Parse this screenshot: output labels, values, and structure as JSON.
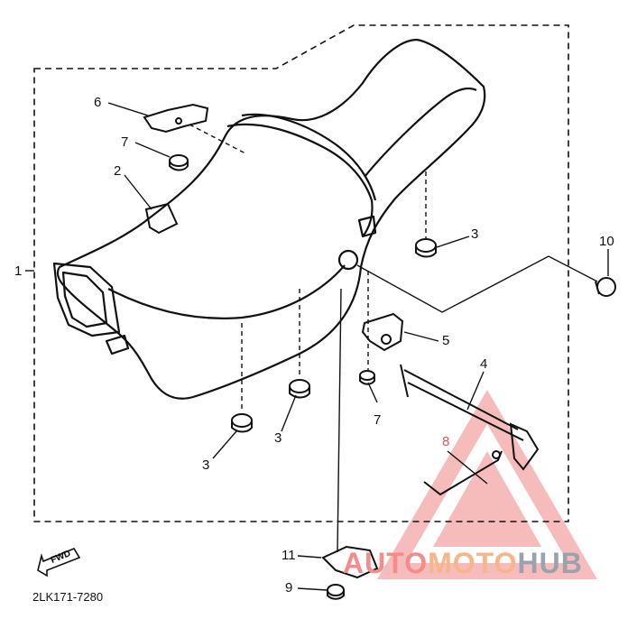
{
  "diagram": {
    "part_code": "2LK171-7280",
    "fwd_label": "FWD",
    "callouts": [
      {
        "id": "c1",
        "text": "1"
      },
      {
        "id": "c2",
        "text": "2"
      },
      {
        "id": "c3a",
        "text": "3"
      },
      {
        "id": "c3b",
        "text": "3"
      },
      {
        "id": "c3c",
        "text": "3"
      },
      {
        "id": "c4",
        "text": "4"
      },
      {
        "id": "c5",
        "text": "5"
      },
      {
        "id": "c6",
        "text": "6"
      },
      {
        "id": "c7a",
        "text": "7"
      },
      {
        "id": "c7b",
        "text": "7"
      },
      {
        "id": "c8",
        "text": "8"
      },
      {
        "id": "c9",
        "text": "9"
      },
      {
        "id": "c10",
        "text": "10"
      },
      {
        "id": "c11",
        "text": "11"
      }
    ]
  },
  "watermark": {
    "part1": "AUTO",
    "part2": "MOTO",
    "part3": "HUB",
    "color_red": "#f48c8c",
    "color_orange": "#f6b68a",
    "color_gray": "#9aa2ad"
  }
}
